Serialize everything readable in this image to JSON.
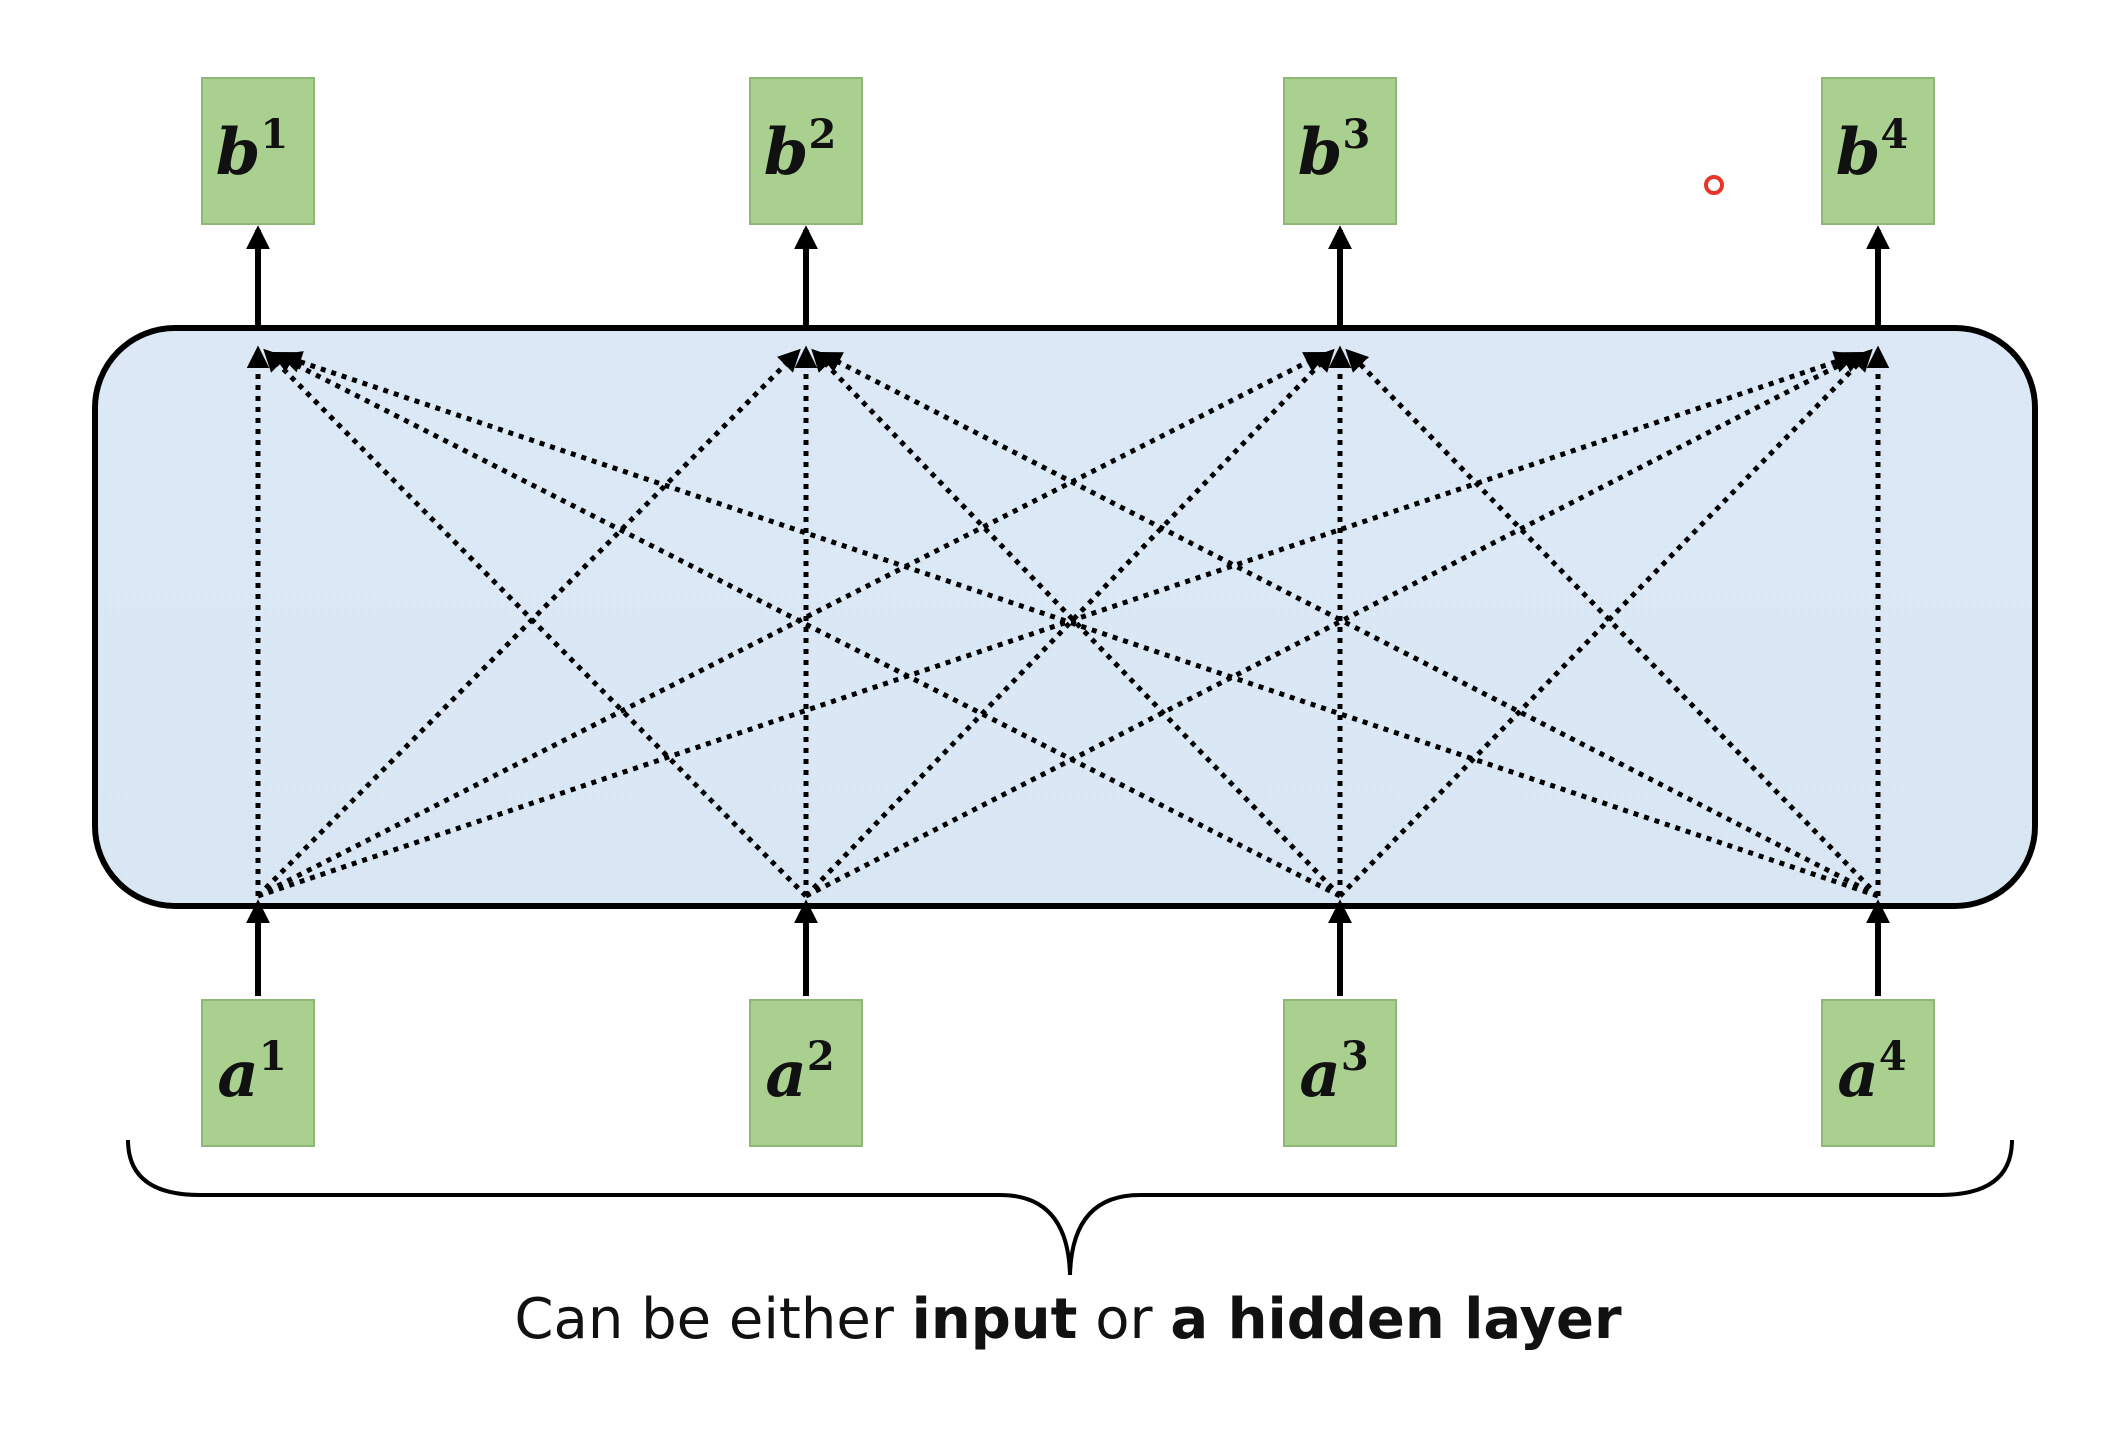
{
  "outputs": [
    {
      "var": "b",
      "sup": "1"
    },
    {
      "var": "b",
      "sup": "2"
    },
    {
      "var": "b",
      "sup": "3"
    },
    {
      "var": "b",
      "sup": "4"
    }
  ],
  "inputs": [
    {
      "var": "a",
      "sup": "1"
    },
    {
      "var": "a",
      "sup": "2"
    },
    {
      "var": "a",
      "sup": "3"
    },
    {
      "var": "a",
      "sup": "4"
    }
  ],
  "caption": {
    "prefix": "Can be either ",
    "bold1": "input",
    "middle": " or ",
    "bold2": "a hidden layer"
  },
  "colors": {
    "node_fill": "#a9d08e",
    "layer_fill": "#dbe8f5",
    "pointer": "#e8352a"
  }
}
